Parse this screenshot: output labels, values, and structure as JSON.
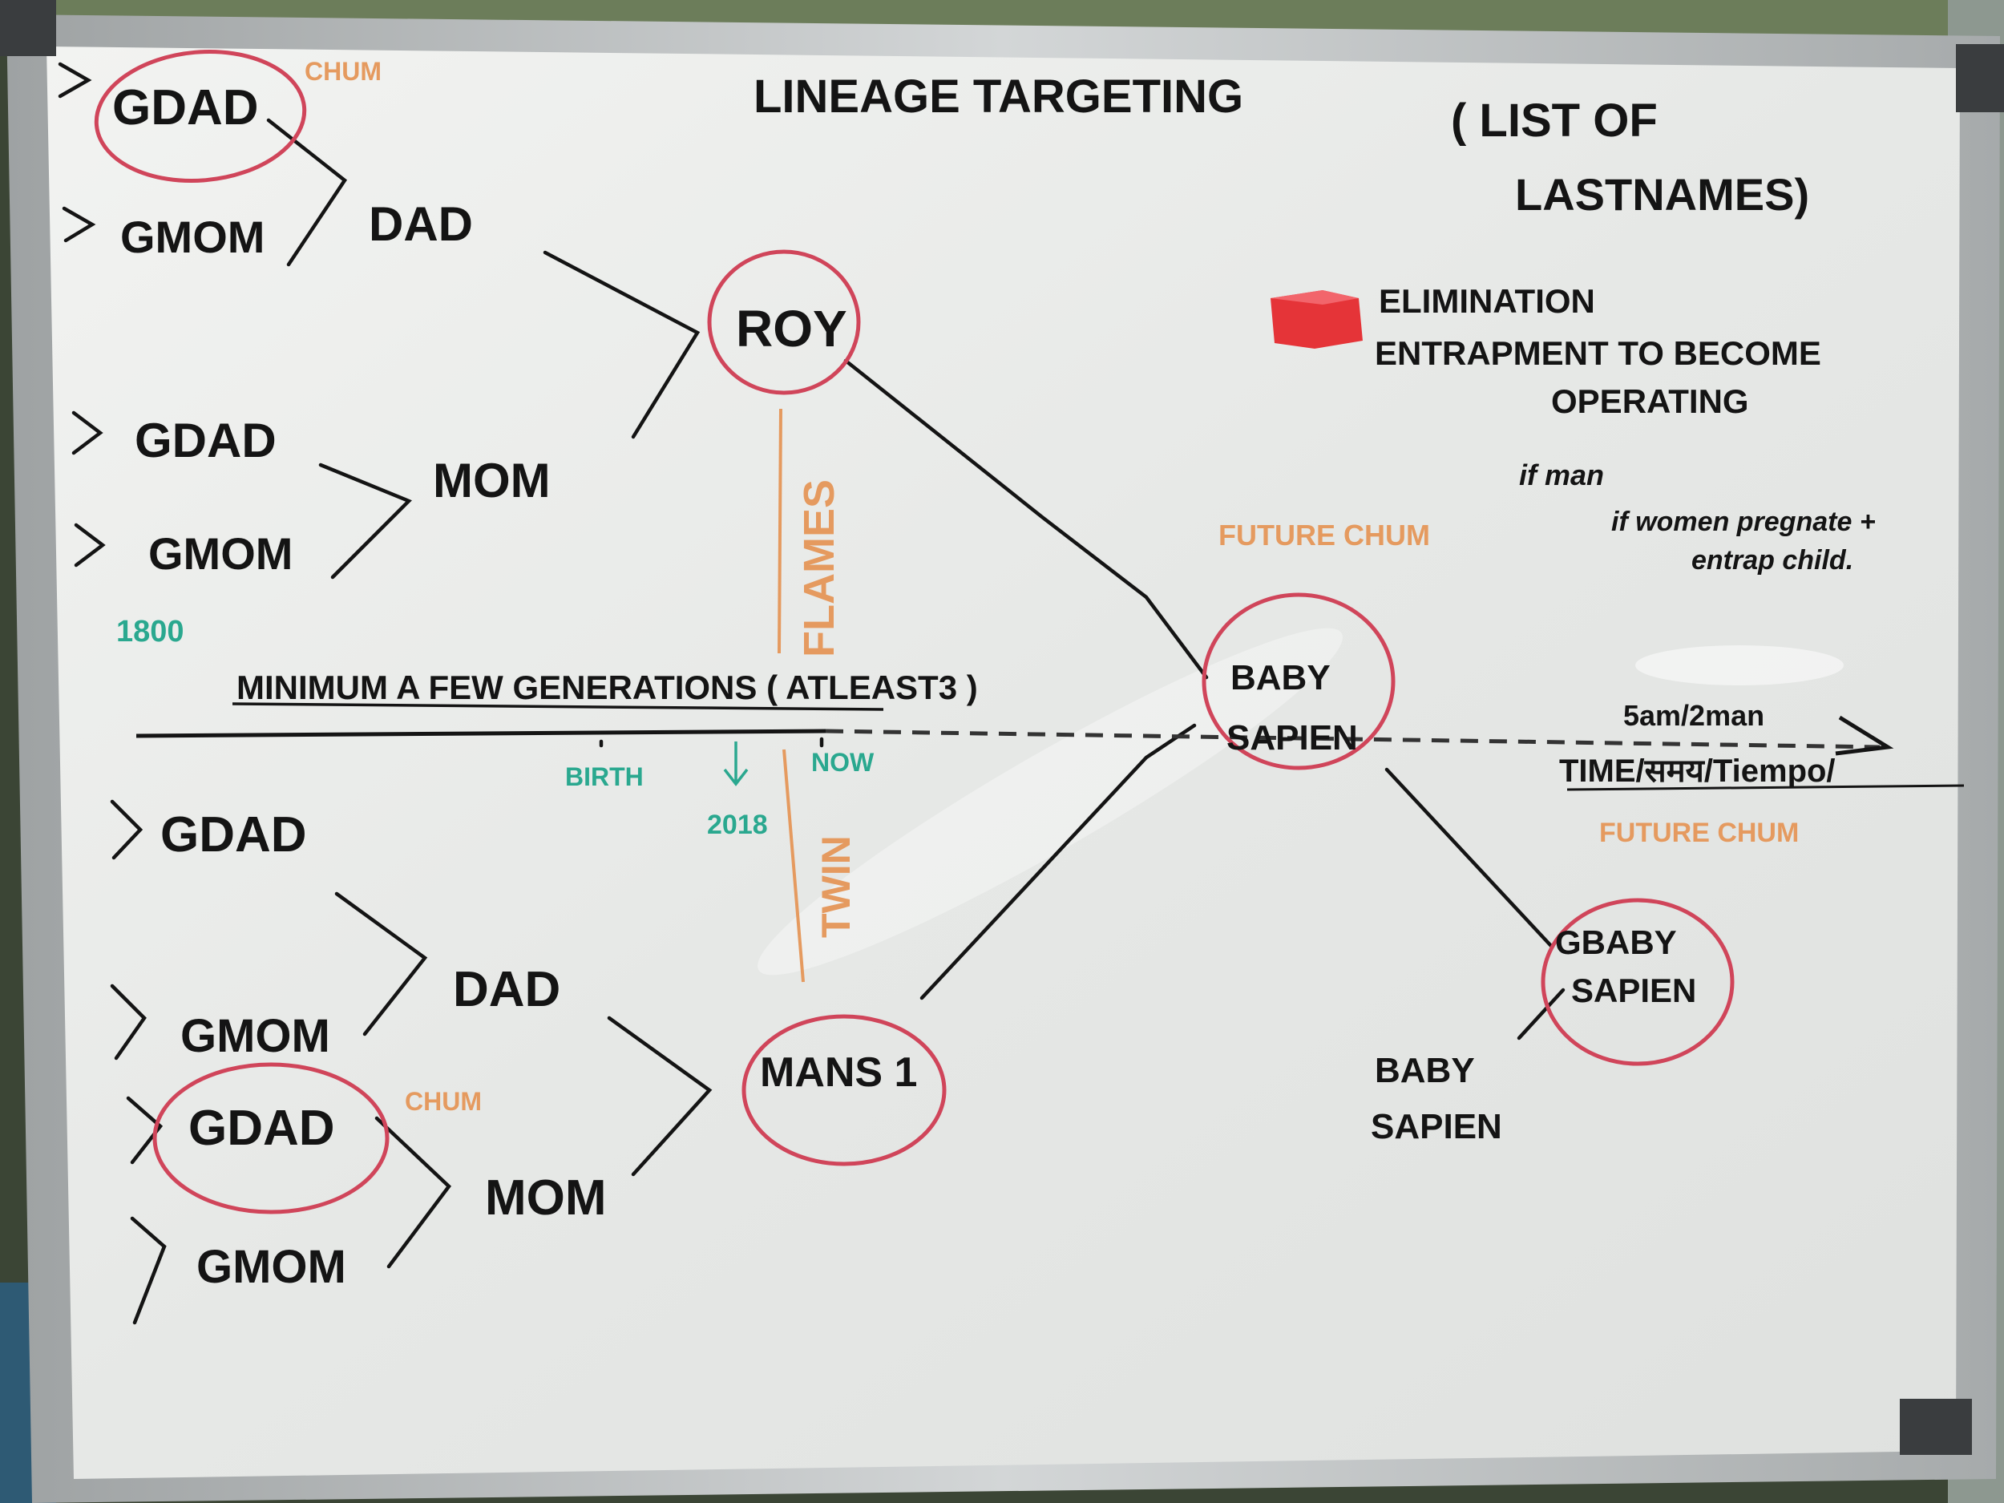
{
  "board": {
    "title_line1": "LINEAGE TARGETING",
    "title_paren1": "( LIST OF",
    "title_paren2": "LASTNAMES)",
    "legend_line1": "ELIMINATION",
    "legend_line2": "ENTRAPMENT TO BECOME",
    "legend_line3": "OPERATING",
    "if_man": "if man",
    "if_woman": "if women pregnate +",
    "entrap_child": "entrap child.",
    "year": "1800",
    "birth_label": "BIRTH",
    "year2": "2018",
    "now_label": "NOW",
    "timeline_label": "MINIMUM A FEW GENERATIONS ( ATLEAST3 )",
    "flames_label": "FLAMES",
    "twin_label": "TWIN",
    "time_label_top": "5am/2man",
    "time_label": "TIME/समय/Tiempo/",
    "chum_1": "CHUM",
    "chum_2": "CHUM",
    "future_chum_1": "FUTURE CHUM",
    "future_chum_2": "FUTURE CHUM",
    "top_tree": {
      "gdad1": "GDAD",
      "gmom1": "GMOM",
      "dad": "DAD",
      "gdad2": "GDAD",
      "gmom2": "GMOM",
      "mom": "MOM",
      "child": "ROY"
    },
    "bottom_tree": {
      "gdad1": "GDAD",
      "gmom1": "GMOM",
      "dad": "DAD",
      "gdad2": "GDAD",
      "gmom2": "GMOM",
      "mom": "MOM",
      "child": "MANS 1"
    },
    "baby_sapien": "BABY SAPIEN",
    "gbaby_sapien": "GBABY SAPIEN",
    "baby_sapien_2": "BABY SAPIEN"
  },
  "colors": {
    "ink_black": "#141414",
    "ink_red": "#d0455a",
    "ink_orange": "#e59a5f",
    "ink_teal": "#2aa88f",
    "board_white": "#eef0ee",
    "frame_silver": "#b9bcbd"
  }
}
